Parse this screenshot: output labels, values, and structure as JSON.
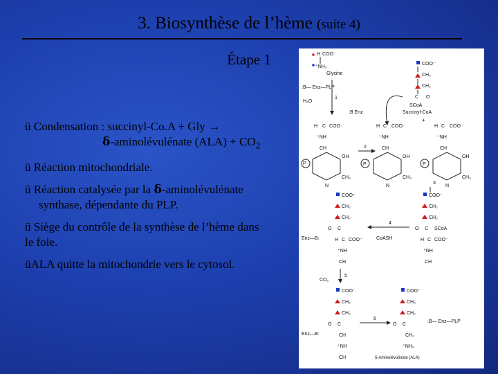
{
  "slide": {
    "title_main": "3. Biosynthèse de l’hème",
    "title_suffix": "(suite 4)",
    "subtitle": "Étape 1",
    "bullets": {
      "b1_line1": "ü Condensation : succinyl-Co.A + Gly →",
      "b1_line2_delta": "δ",
      "b1_line2_rest": "-aminolévulénate (ALA) + CO",
      "b1_line2_sub": "2",
      "b2": "ü Réaction mitochondriale.",
      "b3_line1_pre": "ü Réaction catalysée par la ",
      "b3_delta": "δ",
      "b3_line1_post": "-aminolévulénate",
      "b3_line2": "synthase, dépendante du PLP.",
      "b4_line1": "ü Siège du contrôle de la synthèse de l’hème dans",
      "b4_line2": "le foie.",
      "b5": "üALA quitte la mitochondrie vers le cytosol."
    }
  },
  "diagram": {
    "coo": "COO⁻",
    "nh3": "⁺NH₃",
    "nh": "⁺NH",
    "ch": "CH",
    "ch2": "CH₂",
    "ch3": "CH₃",
    "c": "C",
    "h": "H",
    "o": "O",
    "oh": "OH",
    "n": "N",
    "glycine": "Glycine",
    "ent_plp": ":B— Enz—PLP",
    "h2o": "H₂O",
    "scoa": "SCoA",
    "succinyl_coa": "Succinyl-CoA",
    "enz_b": ":B Enz",
    "enz_bh": "Enz—B:",
    "coash": "CoASH",
    "co2": "CO₂",
    "ala_label": "δ-Aminolévulinate (ALA)",
    "plus": "+",
    "step_numbers": [
      "1",
      "2",
      "3",
      "4",
      "5",
      "6"
    ],
    "p_label": "P",
    "colors": {
      "red": "#d11a1a",
      "blue": "#1637c4",
      "arrow": "#222222"
    }
  }
}
